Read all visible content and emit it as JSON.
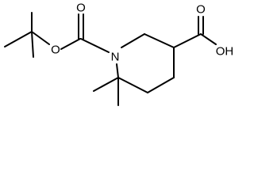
{
  "molecule": {
    "atoms": {
      "boc_ester_oxygen": "O",
      "boc_carbonyl_oxygen": "O",
      "ring_nitrogen": "N",
      "acid_carbonyl_oxygen": "O",
      "acid_hydroxyl": "OH"
    }
  },
  "colors": {
    "bond": "#000000",
    "label": "#000000",
    "background": "#ffffff"
  }
}
